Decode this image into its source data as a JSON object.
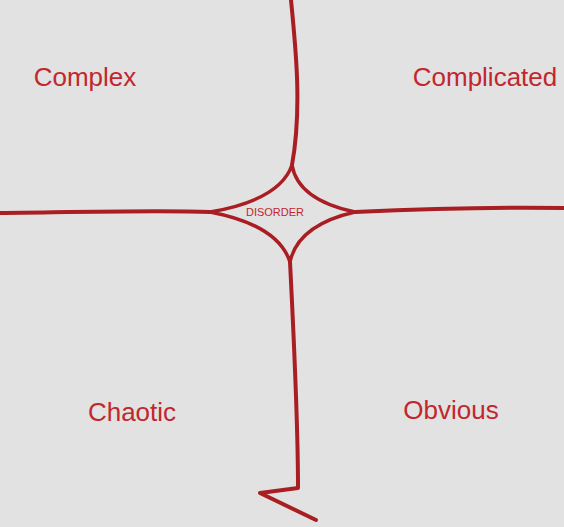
{
  "diagram": {
    "labels": [
      "Complex",
      "Complicated",
      "DISORDER",
      "Chaotic",
      "Obvious"
    ]
  }
}
